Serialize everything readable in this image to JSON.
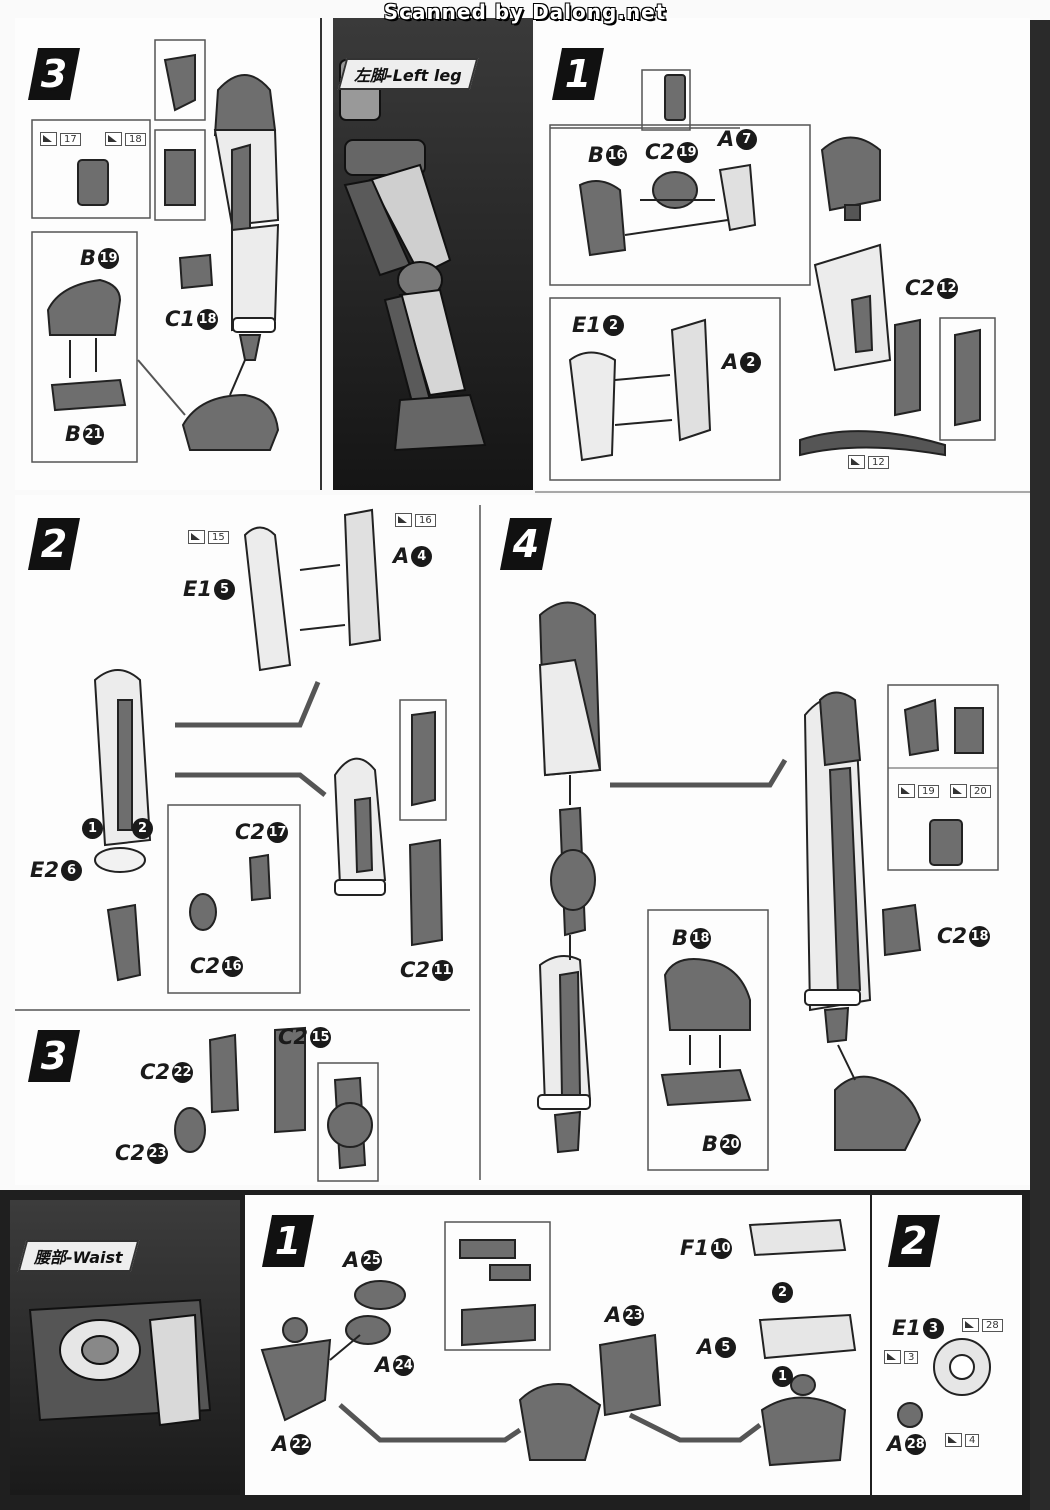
{
  "header": {
    "scan_credit": "Scanned by Dalong.net"
  },
  "left_leg_section": {
    "title": "左脚-Left leg",
    "step1": {
      "number": "1",
      "parts": [
        {
          "code": "B",
          "index": "16"
        },
        {
          "code": "C2",
          "index": "19"
        },
        {
          "code": "A",
          "index": "7"
        },
        {
          "code": "C2",
          "index": "12"
        },
        {
          "code": "E1",
          "index": "2"
        },
        {
          "code": "A",
          "index": "2"
        }
      ],
      "sticker": "12"
    },
    "step2": {
      "number": "2",
      "stickers": [
        "15",
        "16"
      ],
      "parts": [
        {
          "code": "E1",
          "index": "5"
        },
        {
          "code": "A",
          "index": "4"
        },
        {
          "code": "E2",
          "index": "6"
        },
        {
          "code": "C2",
          "index": "17"
        },
        {
          "code": "C2",
          "index": "16"
        },
        {
          "code": "C2",
          "index": "11"
        }
      ],
      "order_marks": [
        "1",
        "2"
      ]
    },
    "step3_top": {
      "number": "3",
      "stickers": [
        "17",
        "18"
      ],
      "parts": [
        {
          "code": "B",
          "index": "19"
        },
        {
          "code": "C1",
          "index": "18"
        },
        {
          "code": "B",
          "index": "21"
        }
      ]
    },
    "step3_mid": {
      "number": "3",
      "parts": [
        {
          "code": "C2",
          "index": "15"
        },
        {
          "code": "C2",
          "index": "22"
        },
        {
          "code": "C2",
          "index": "23"
        }
      ]
    },
    "step4": {
      "number": "4",
      "stickers": [
        "19",
        "20"
      ],
      "parts": [
        {
          "code": "B",
          "index": "18"
        },
        {
          "code": "B",
          "index": "20"
        },
        {
          "code": "C2",
          "index": "18"
        }
      ]
    }
  },
  "waist_section": {
    "title": "腰部-Waist",
    "step1": {
      "number": "1",
      "parts": [
        {
          "code": "A",
          "index": "25"
        },
        {
          "code": "A",
          "index": "24"
        },
        {
          "code": "A",
          "index": "22"
        },
        {
          "code": "A",
          "index": "23"
        },
        {
          "code": "F1",
          "index": "10"
        },
        {
          "code": "A",
          "index": "5"
        }
      ],
      "order_marks": [
        "2",
        "1"
      ]
    },
    "step2": {
      "number": "2",
      "stickers": [
        "28",
        "3",
        "4"
      ],
      "parts": [
        {
          "code": "E1",
          "index": "3"
        },
        {
          "code": "A",
          "index": "28"
        }
      ]
    }
  },
  "colors": {
    "frame": "#1a1a1a",
    "panel": "#fdfdfd",
    "part_dark": "#6e6e6e",
    "part_light": "#e8e8e8"
  }
}
